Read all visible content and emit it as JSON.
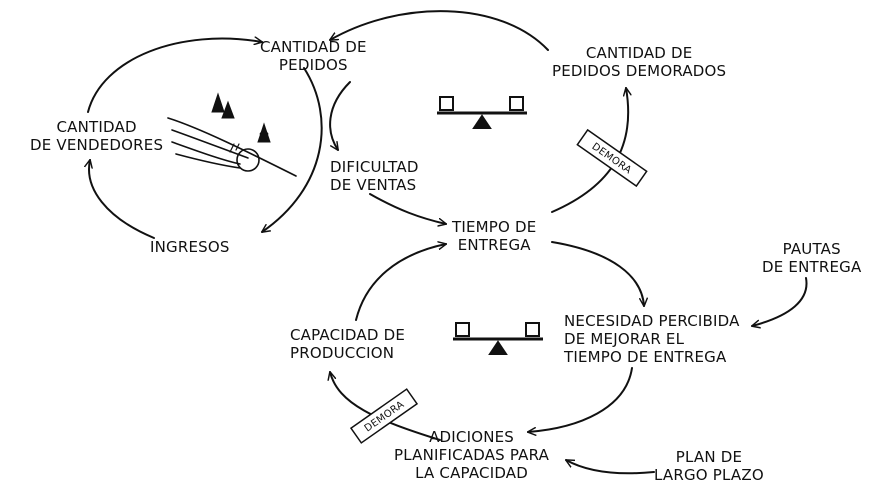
{
  "nodes": {
    "cantidad_pedidos": [
      "CANTIDAD DE",
      "PEDIDOS"
    ],
    "cantidad_pedidos_demorados": [
      "CANTIDAD DE",
      "PEDIDOS DEMORADOS"
    ],
    "cantidad_vendedores": [
      "CANTIDAD",
      "DE VENDEDORES"
    ],
    "dificultad_ventas": [
      "DIFICULTAD",
      "DE VENTAS"
    ],
    "tiempo_entrega": [
      "TIEMPO DE",
      "ENTREGA"
    ],
    "ingresos": [
      "INGRESOS"
    ],
    "pautas_entrega": [
      "PAUTAS",
      "DE ENTREGA"
    ],
    "necesidad_percibida": [
      "NECESIDAD PERCIBIDA",
      "DE MEJORAR EL",
      "TIEMPO DE ENTREGA"
    ],
    "capacidad_produccion": [
      "CAPACIDAD DE",
      "PRODUCCION"
    ],
    "adiciones_planificadas": [
      "ADICIONES",
      "PLANIFICADAS PARA",
      "LA CAPACIDAD"
    ],
    "plan_largo_plazo": [
      "PLAN DE",
      "LARGO PLAZO"
    ]
  },
  "delay_label": "DEMORA"
}
